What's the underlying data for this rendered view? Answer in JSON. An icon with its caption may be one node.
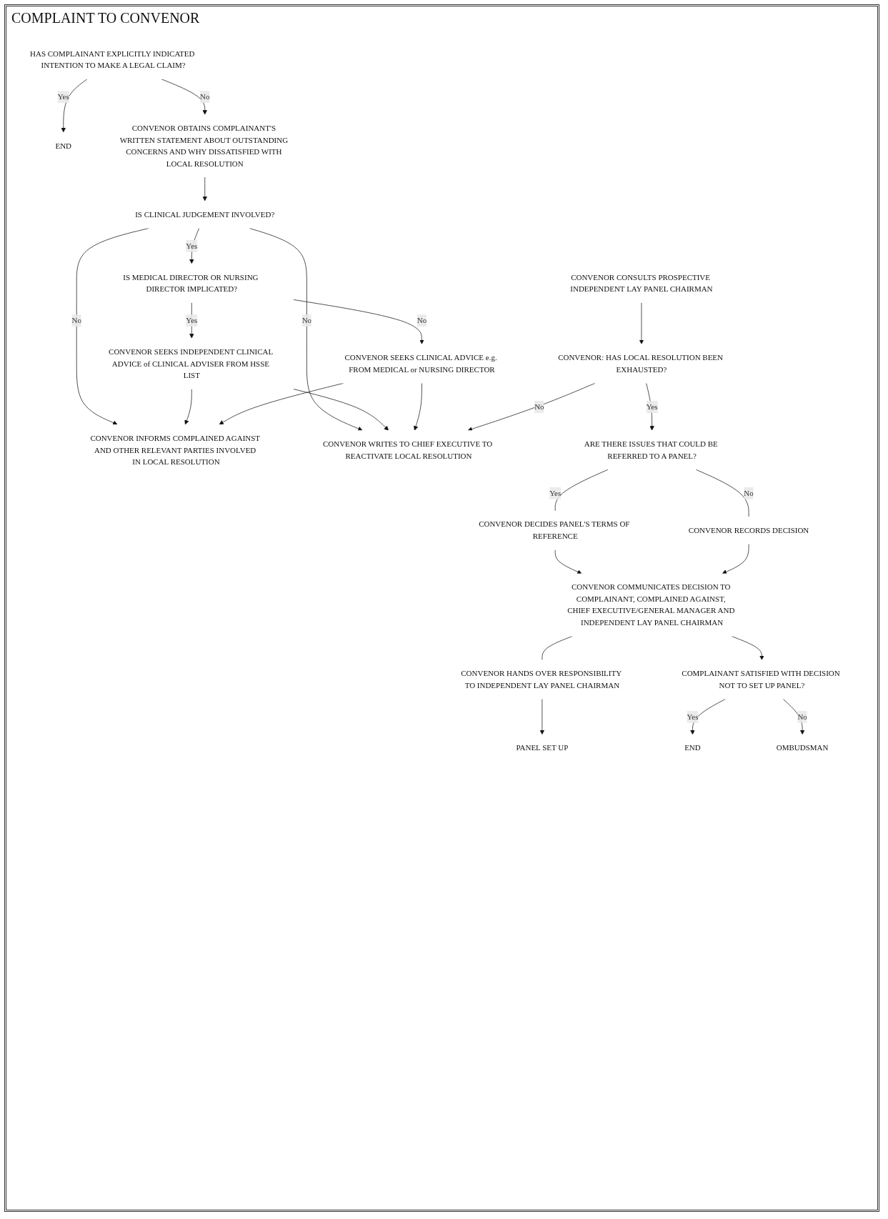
{
  "diagram": {
    "title": "COMPLAINT TO CONVENOR",
    "nodes": [
      {
        "text": [
          "HAS COMPLAINANT EXPLICITLY INDICATED INTENTION TO MAKE A LEGAL CLAIM?"
        ]
      },
      {
        "text": [
          "END"
        ]
      },
      {
        "text": [
          "CONVENOR OBTAINS COMPLAINANT'S WRITTEN STATEMENT ABOUT OUTSTANDING CONCERNS AND WHY DISSATISFIED WITH LOCAL RESOLUTION"
        ]
      },
      {
        "text": [
          "IS CLINICAL JUDGEMENT INVOLVED?"
        ]
      },
      {
        "text": [
          "IS MEDICAL DIRECTOR OR NURSING DIRECTOR IMPLICATED?"
        ]
      },
      {
        "text": [
          "CONVENOR SEEKS INDEPENDENT CLINICAL ADVICE of CLINICAL ADVISER FROM HSSE LIST"
        ]
      },
      {
        "text": [
          "CONVENOR SEEKS CLINICAL ADVICE e.g. FROM MEDICAL or NURSING DIRECTOR"
        ]
      },
      {
        "text": [
          "CONVENOR INFORMS COMPLAINED AGAINST AND OTHER RELEVANT PARTIES INVOLVED IN LOCAL RESOLUTION"
        ]
      },
      {
        "text": [
          "CONVENOR CONSULTS PROSPECTIVE INDEPENDENT LAY PANEL CHAIRMAN"
        ]
      },
      {
        "text": [
          "CONVENOR WRITES TO CHIEF EXECUTIVE TO REACTIVATE LOCAL RESOLUTION"
        ]
      },
      {
        "text": [
          "CONVENOR: HAS LOCAL RESOLUTION BEEN EXHAUSTED?"
        ]
      },
      {
        "text": [
          "ARE THERE ISSUES THAT COULD BE REFERRED TO A PANEL?"
        ]
      },
      {
        "text": [
          "CONVENOR DECIDES PANEL'S TERMS OF REFERENCE"
        ]
      },
      {
        "text": [
          "CONVENOR RECORDS DECISION"
        ]
      },
      {
        "text": [
          "CONVENOR COMMUNICATES DECISION TO COMPLAINANT, COMPLAINED AGAINST, CHIEF EXECUTIVE/GENERAL MANAGER AND INDEPENDENT LAY PANEL CHAIRMAN"
        ]
      },
      {
        "text": [
          "CONVENOR HANDS OVER RESPONSIBILITY TO INDEPENDENT LAY PANEL CHAIRMAN"
        ]
      },
      {
        "text": [
          "COMPLAINANT SATISFIED WITH DECISION NOT TO SET UP PANEL?"
        ]
      },
      {
        "text": [
          "END"
        ]
      },
      {
        "text": [
          "PANEL SET UP"
        ]
      },
      {
        "text": [
          "OMBUDSMAN"
        ]
      }
    ],
    "edges": [
      {
        "from": 0,
        "to": 1,
        "arrow": "to",
        "label": "Yes"
      },
      {
        "from": 0,
        "to": 2,
        "arrow": "to",
        "label": "No"
      },
      {
        "from": 2,
        "to": 3,
        "arrow": "to"
      },
      {
        "from": 3,
        "to": 4,
        "arrow": "to",
        "label": "Yes"
      },
      {
        "from": 3,
        "to": 7,
        "arrow": "to",
        "label": "No"
      },
      {
        "from": 3,
        "to": 9,
        "arrow": "to",
        "label": "No"
      },
      {
        "from": 4,
        "to": 5,
        "arrow": "to",
        "label": "Yes"
      },
      {
        "from": 4,
        "to": 6,
        "arrow": "to",
        "label": "No"
      },
      {
        "from": 5,
        "to": 7,
        "arrow": "to"
      },
      {
        "from": 5,
        "to": 9,
        "arrow": "to"
      },
      {
        "from": 6,
        "to": 7,
        "arrow": "to"
      },
      {
        "from": 6,
        "to": 9,
        "arrow": "to"
      },
      {
        "from": 8,
        "to": 10,
        "arrow": "to"
      },
      {
        "from": 10,
        "to": 9,
        "arrow": "to",
        "label": "No"
      },
      {
        "from": 10,
        "to": 11,
        "arrow": "to",
        "label": "Yes"
      },
      {
        "from": 11,
        "to": 12,
        "arrow": "none",
        "label": "Yes"
      },
      {
        "from": 11,
        "to": 13,
        "arrow": "none",
        "label": "No"
      },
      {
        "from": 12,
        "to": 14,
        "arrow": "to"
      },
      {
        "from": 13,
        "to": 14,
        "arrow": "to"
      },
      {
        "from": 14,
        "to": 15,
        "arrow": "none"
      },
      {
        "from": 14,
        "to": 16,
        "arrow": "to"
      },
      {
        "from": 15,
        "to": 18,
        "arrow": "to"
      },
      {
        "from": 16,
        "to": 17,
        "arrow": "to",
        "label": "Yes"
      },
      {
        "from": 16,
        "to": 19,
        "arrow": "to",
        "label": "No"
      }
    ]
  }
}
